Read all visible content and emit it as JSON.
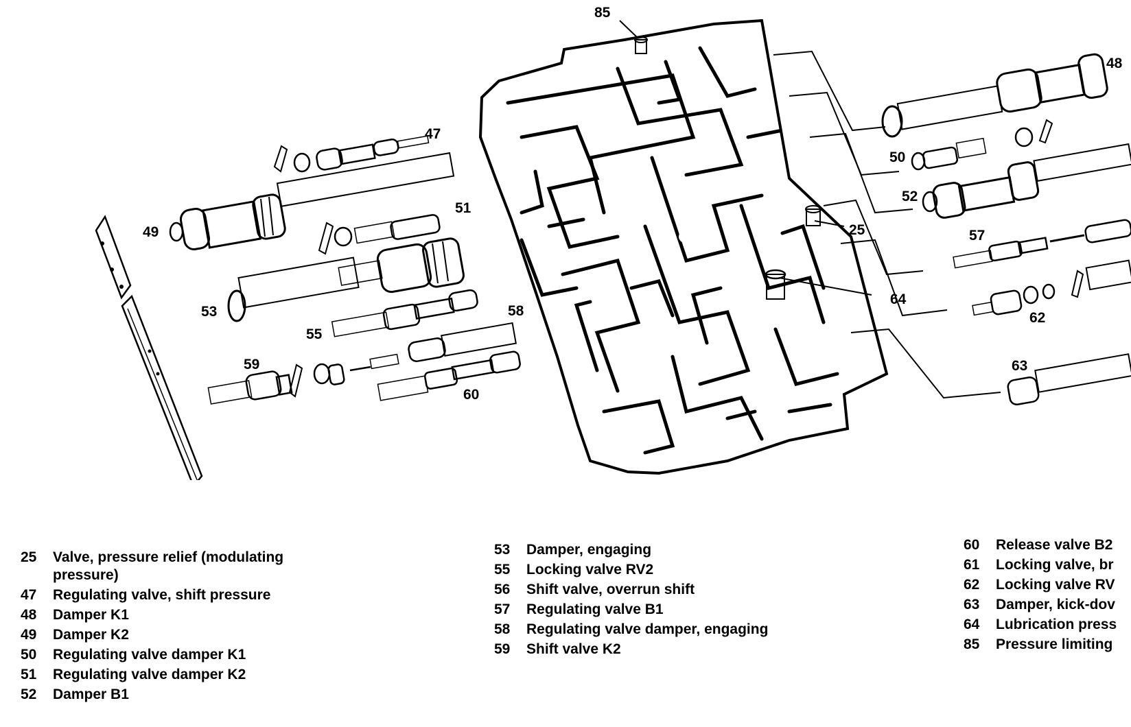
{
  "callouts": {
    "c25": "25",
    "c47": "47",
    "c48": "48",
    "c49": "49",
    "c50": "50",
    "c51": "51",
    "c52": "52",
    "c53": "53",
    "c55": "55",
    "c57": "57",
    "c58": "58",
    "c59": "59",
    "c60": "60",
    "c62": "62",
    "c63": "63",
    "c64": "64",
    "c85": "85"
  },
  "legend": {
    "col1": [
      {
        "num": "25",
        "text": "Valve, pressure relief (modulating pressure)"
      },
      {
        "num": "47",
        "text": "Regulating valve, shift pressure"
      },
      {
        "num": "48",
        "text": "Damper K1"
      },
      {
        "num": "49",
        "text": "Damper K2"
      },
      {
        "num": "50",
        "text": "Regulating valve damper K1"
      },
      {
        "num": "51",
        "text": "Regulating valve damper K2"
      },
      {
        "num": "52",
        "text": "Damper B1"
      }
    ],
    "col2": [
      {
        "num": "53",
        "text": "Damper, engaging"
      },
      {
        "num": "55",
        "text": "Locking valve RV2"
      },
      {
        "num": "56",
        "text": "Shift valve, overrun shift"
      },
      {
        "num": "57",
        "text": "Regulating valve B1"
      },
      {
        "num": "58",
        "text": "Regulating valve damper, engaging"
      },
      {
        "num": "59",
        "text": "Shift valve K2"
      }
    ],
    "col3": [
      {
        "num": "60",
        "text": "Release valve B2"
      },
      {
        "num": "61",
        "text": "Locking valve, br"
      },
      {
        "num": "62",
        "text": "Locking valve RV"
      },
      {
        "num": "63",
        "text": "Damper, kick-dov"
      },
      {
        "num": "64",
        "text": "Lubrication press"
      },
      {
        "num": "85",
        "text": "Pressure limiting"
      }
    ]
  }
}
